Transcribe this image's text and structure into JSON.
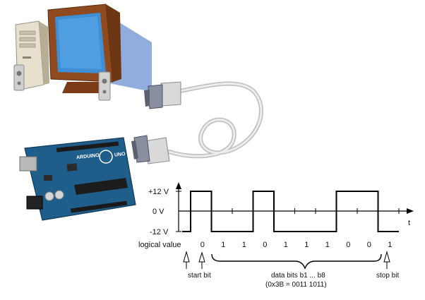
{
  "levels": {
    "high": "+12 V",
    "zero": "0 V",
    "low": "-12 V"
  },
  "axis_label": "t",
  "row_label": "logical value",
  "bits": [
    {
      "value": "0",
      "role": "start"
    },
    {
      "value": "1",
      "role": "data"
    },
    {
      "value": "1",
      "role": "data"
    },
    {
      "value": "0",
      "role": "data"
    },
    {
      "value": "1",
      "role": "data"
    },
    {
      "value": "1",
      "role": "data"
    },
    {
      "value": "1",
      "role": "data"
    },
    {
      "value": "0",
      "role": "data"
    },
    {
      "value": "0",
      "role": "data"
    },
    {
      "value": "1",
      "role": "stop"
    }
  ],
  "annotations": {
    "start_bit": "start bit",
    "stop_bit": "stop bit",
    "data_bits_line1": "data bits b1 ... b8",
    "data_bits_line2": "(0x3B = 0011 1011)"
  },
  "board_label": "UNO",
  "board_brand": "ARDUINO",
  "colors": {
    "signal": "#000000",
    "board": "#1f5e8a",
    "monitor_screen": "#3f8fd6",
    "cable": "#d8d8d8",
    "connector": "#8a8fa0"
  }
}
